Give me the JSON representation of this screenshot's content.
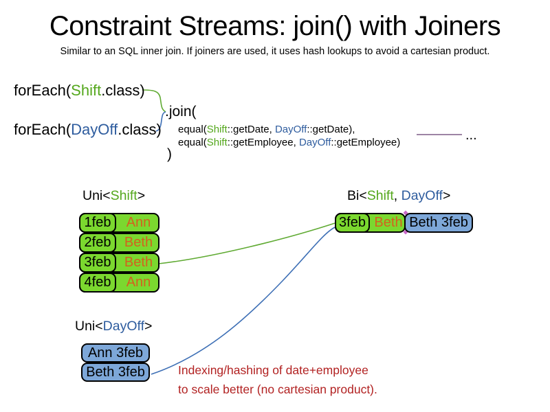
{
  "title": "Constraint Streams: join() with Joiners",
  "subtitle": "Similar to an SQL inner join. If joiners are used, it uses hash lookups to avoid a cartesian product.",
  "code": {
    "foreach_shift": [
      "forEach(",
      "Shift",
      ".class)"
    ],
    "foreach_dayoff": [
      "forEach(",
      "DayOff",
      ".class)"
    ],
    "join_open": ".join(",
    "equal_date": [
      "equal(",
      "Shift",
      "::getDate, ",
      "DayOff",
      "::getDate),"
    ],
    "equal_employee": [
      "equal(",
      "Shift",
      "::getEmployee, ",
      "DayOff",
      "::getEmployee)"
    ],
    "join_close": ")",
    "ellipsis": "..."
  },
  "uni_shift": {
    "label": [
      "Uni<",
      "Shift",
      ">"
    ],
    "rows": [
      {
        "date": "1feb",
        "name": "Ann"
      },
      {
        "date": "2feb",
        "name": "Beth"
      },
      {
        "date": "3feb",
        "name": "Beth"
      },
      {
        "date": "4feb",
        "name": "Ann"
      }
    ]
  },
  "bi": {
    "label": [
      "Bi<",
      "Shift",
      ", ",
      "DayOff",
      ">"
    ],
    "row": {
      "date": "3feb",
      "name": "Beth",
      "dayoff": "Beth 3feb"
    }
  },
  "uni_dayoff": {
    "label": [
      "Uni<",
      "DayOff",
      ">"
    ],
    "rows": [
      {
        "text": "Ann 3feb"
      },
      {
        "text": "Beth 3feb"
      }
    ]
  },
  "note": {
    "line1": "Indexing/hashing of date+employee",
    "line2": "to scale better (no cartesian product)."
  },
  "colors": {
    "shift_green_text": "#54A71C",
    "dayoff_blue_text": "#2E5C9E",
    "employee_orange_text": "#D2621E",
    "box_green_fill": "#7BD82F",
    "box_blue_fill": "#7DA7D8",
    "note_red": "#B22222",
    "joiner_purple": "#7D5C85",
    "connector_green": "#5FAA32",
    "connector_blue": "#3D6FB5",
    "junction_pink": "#C968C9"
  }
}
